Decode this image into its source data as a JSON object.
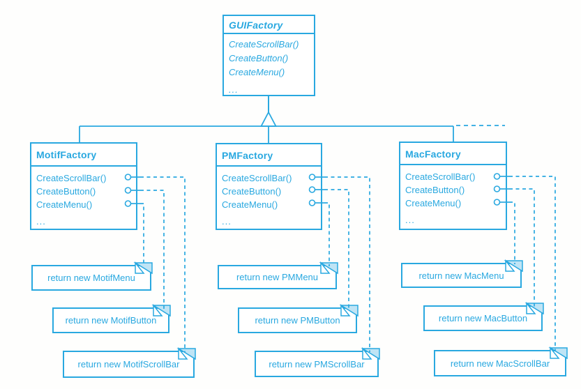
{
  "colors": {
    "accent": "#29A8E0",
    "fold_fill": "#BFE4F5",
    "background": "#FEFEFD"
  },
  "diagram": {
    "type": "uml-class-diagram",
    "superclass": {
      "name": "GUIFactory",
      "methods": [
        "CreateScrollBar()",
        "CreateButton()",
        "CreateMenu()",
        "..."
      ]
    },
    "subclasses": [
      {
        "name": "MotifFactory",
        "methods": [
          "CreateScrollBar()",
          "CreateButton()",
          "CreateMenu()",
          "..."
        ],
        "notes": [
          "return new MotifMenu",
          "return new MotifButton",
          "return new MotifScrollBar"
        ]
      },
      {
        "name": "PMFactory",
        "methods": [
          "CreateScrollBar()",
          "CreateButton()",
          "CreateMenu()",
          "..."
        ],
        "notes": [
          "return new PMMenu",
          "return new PMButton",
          "return new PMScrollBar"
        ]
      },
      {
        "name": "MacFactory",
        "methods": [
          "CreateScrollBar()",
          "CreateButton()",
          "CreateMenu()",
          "..."
        ],
        "notes": [
          "return new MacMenu",
          "return new MacButton",
          "return new MacScrollBar"
        ]
      }
    ]
  }
}
